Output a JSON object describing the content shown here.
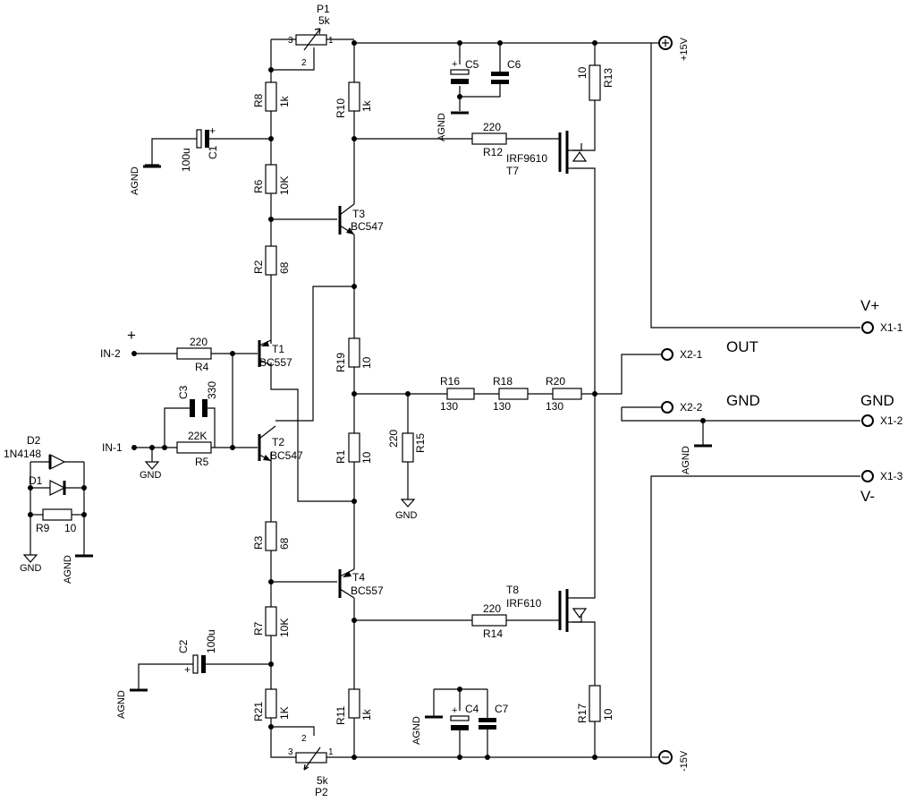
{
  "components": {
    "P1": {
      "ref": "P1",
      "value": "5k",
      "pin3": "3",
      "pin1": "1",
      "pin2": "2"
    },
    "P2": {
      "ref": "P2",
      "value": "5k",
      "pin3": "3",
      "pin1": "1",
      "pin2": "2"
    },
    "R8": {
      "ref": "R8",
      "value": "1k"
    },
    "R6": {
      "ref": "R6",
      "value": "10K"
    },
    "R2": {
      "ref": "R2",
      "value": "68"
    },
    "R3": {
      "ref": "R3",
      "value": "68"
    },
    "R7": {
      "ref": "R7",
      "value": "10K"
    },
    "R21": {
      "ref": "R21",
      "value": "1K"
    },
    "R10": {
      "ref": "R10",
      "value": "1k"
    },
    "R19": {
      "ref": "R19",
      "value": "10"
    },
    "R1": {
      "ref": "R1",
      "value": "10"
    },
    "R11": {
      "ref": "R11",
      "value": "1k"
    },
    "R13": {
      "ref": "R13",
      "value": "10"
    },
    "R17": {
      "ref": "R17",
      "value": "10"
    },
    "R12": {
      "ref": "R12",
      "value": "220"
    },
    "R14": {
      "ref": "R14",
      "value": "220"
    },
    "R4": {
      "ref": "R4",
      "value": "220"
    },
    "R5": {
      "ref": "R5",
      "value": "22K"
    },
    "R15": {
      "ref": "R15",
      "value": "220"
    },
    "R16": {
      "ref": "R16",
      "value": "130"
    },
    "R18": {
      "ref": "R18",
      "value": "130"
    },
    "R20": {
      "ref": "R20",
      "value": "130"
    },
    "R9": {
      "ref": "R9",
      "value": "10"
    },
    "C1": {
      "ref": "C1",
      "value": "100u",
      "plus": "+"
    },
    "C2": {
      "ref": "C2",
      "value": "100u",
      "plus": "+"
    },
    "C3": {
      "ref": "C3",
      "value": "330"
    },
    "C4": {
      "ref": "C4",
      "plus": "+"
    },
    "C5": {
      "ref": "C5",
      "plus": "+"
    },
    "C6": {
      "ref": "C6"
    },
    "C7": {
      "ref": "C7"
    },
    "T1": {
      "ref": "T1",
      "type": "BC557"
    },
    "T2": {
      "ref": "T2",
      "type": "BC547"
    },
    "T3": {
      "ref": "T3",
      "type": "BC547"
    },
    "T4": {
      "ref": "T4",
      "type": "BC557"
    },
    "T7": {
      "ref": "T7",
      "type": "IRF9610"
    },
    "T8": {
      "ref": "T8",
      "type": "IRF610"
    },
    "D1": {
      "ref": "D1"
    },
    "D2": {
      "ref": "D2",
      "type": "1N4148"
    }
  },
  "labels": {
    "agnd": "AGND",
    "gnd": "GND",
    "in1": "IN-1",
    "in2": "IN-2",
    "plus_sign": "+",
    "pos_rail": "+15V",
    "neg_rail": "-15V",
    "v_plus": "V+",
    "v_minus": "V-",
    "out": "OUT",
    "gnd_big": "GND",
    "gnd_big_right": "GND",
    "x1_1": "X1-1",
    "x1_2": "X1-2",
    "x1_3": "X1-3",
    "x2_1": "X2-1",
    "x2_2": "X2-2"
  }
}
